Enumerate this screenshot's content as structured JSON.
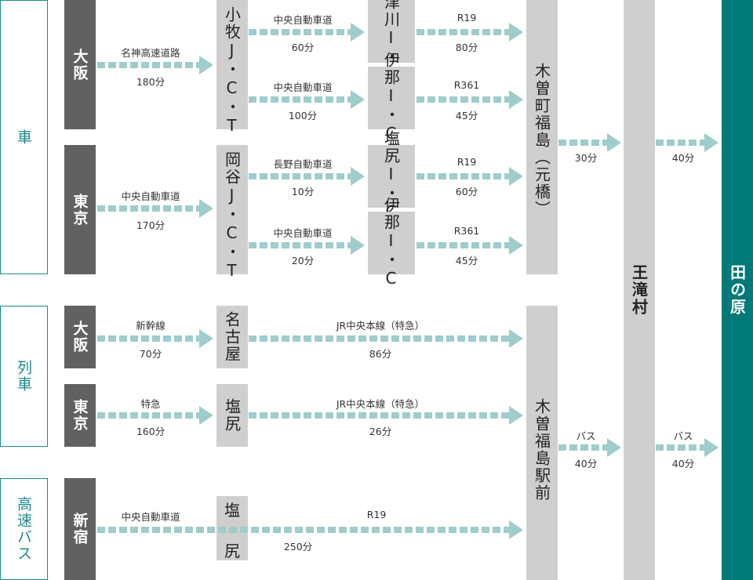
{
  "categories": {
    "car": "車",
    "train": "列車",
    "bus": "高速バス"
  },
  "origins": {
    "osaka_car": "大阪",
    "tokyo_car": "東京",
    "osaka_train": "大阪",
    "tokyo_train": "東京",
    "shinjuku": "新宿"
  },
  "hubs": {
    "komaki": "小牧J・C・T",
    "okaya": "岡谷J・C・T",
    "nakatsugawa": "中津川I・C",
    "ina1": "伊那I・C",
    "shiojiri_ic": "塩尻I・C",
    "ina2": "伊那I・C",
    "nagoya": "名古屋",
    "shiojiri_train": "塩尻",
    "shiojiri_bus_1": "塩",
    "shiojiri_bus_2": "尻",
    "kiso_fukushima": "木曽町福島（元橋）",
    "kiso_station": "木曽福島駅前",
    "otaki": "王滝村",
    "tanohara": "田の原"
  },
  "routes": {
    "meishin": {
      "top": "名神高速道路",
      "bottom": "180分"
    },
    "chuo_tokyo": {
      "top": "中央自動車道",
      "bottom": "170分"
    },
    "chuo_komaki_nakatsugawa": {
      "top": "中央自動車道",
      "bottom": "60分"
    },
    "chuo_komaki_ina": {
      "top": "中央自動車道",
      "bottom": "100分"
    },
    "nagano_okaya_shiojiri": {
      "top": "長野自動車道",
      "bottom": "10分"
    },
    "chuo_okaya_ina": {
      "top": "中央自動車道",
      "bottom": "20分"
    },
    "r19_nakatsugawa": {
      "top": "R19",
      "bottom": "80分"
    },
    "r361_ina1": {
      "top": "R361",
      "bottom": "45分"
    },
    "r19_shiojiri": {
      "top": "R19",
      "bottom": "60分"
    },
    "r361_ina2": {
      "top": "R361",
      "bottom": "45分"
    },
    "kiso_to_otaki_car": {
      "top": "",
      "bottom": "30分"
    },
    "otaki_to_tanohara_car": {
      "top": "",
      "bottom": "40分"
    },
    "shinkansen": {
      "top": "新幹線",
      "bottom": "70分"
    },
    "tokkyu": {
      "top": "特急",
      "bottom": "160分"
    },
    "jr_chuo_nagoya": {
      "top": "JR中央本線（特急）",
      "bottom": "86分"
    },
    "jr_chuo_shiojiri": {
      "top": "JR中央本線（特急）",
      "bottom": "26分"
    },
    "bus_station_otaki": {
      "top": "バス",
      "bottom": "40分"
    },
    "bus_otaki_tanohara": {
      "top": "バス",
      "bottom": "40分"
    },
    "bus_chuo": {
      "top": "中央自動車道"
    },
    "bus_r19": {
      "top": "R19"
    },
    "bus_time": {
      "bottom": "250分"
    }
  },
  "colors": {
    "category_border": "#1a8a8c",
    "origin_fill": "#616161",
    "hub_fill": "#cfcfcf",
    "destination_fill": "#007a78",
    "arrow": "#9fcccc"
  }
}
